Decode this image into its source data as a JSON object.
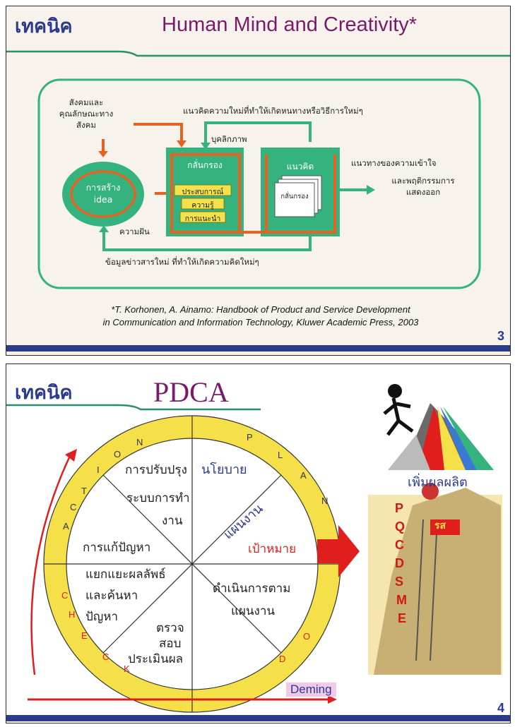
{
  "slide1": {
    "tag": "เทคนิค",
    "title": "Human Mind and Creativity*",
    "society_label": "สังคมและ\nคุณลักษณะทาง\nสังคม",
    "new_ideas_label": "แนวคิดความใหม่ที่ทำให้เกิดหนทางหรือวิธีการใหม่ๆ",
    "personality_label": "บุคลิกภาพ",
    "filter_title": "กลั่นกรอง",
    "filter_items": [
      "ประสบการณ์",
      "ความรู้",
      "การแนะนำ"
    ],
    "concept_title": "แนวคิด",
    "concept_doc_label": "กลั่นกรอง",
    "create_label": "การสร้าง\nidea",
    "dream_label": "ความฝัน",
    "output_label_1": "แนวทางของความเข้าใจ",
    "output_label_2": "และพฤติกรรมการ\nแสดงออก",
    "feedback_label": "ข้อมูลข่าวสารใหม่ ที่ทำให้เกิดความคิดใหม่ๆ",
    "reference_1": "*T. Korhonen, A. Ainamo: Handbook of Product and Service Development",
    "reference_2": "in Communication and Information Technology, Kluwer Academic Press, 2003",
    "page": "3"
  },
  "slide2": {
    "tag": "เทคนิค",
    "title": "PDCA",
    "ring_plan": [
      "P",
      "L",
      "A",
      "N"
    ],
    "ring_action": [
      "A",
      "C",
      "T",
      "I",
      "O",
      "N"
    ],
    "ring_check": [
      "C",
      "H",
      "E",
      "C",
      "K"
    ],
    "ring_do": [
      "D",
      "O"
    ],
    "wheel": {
      "improve_1": "การปรับปรุง",
      "improve_2": "ระบบการทำ",
      "improve_3": "งาน",
      "policy": "นโยบาย",
      "plan": "แผนงาน",
      "fix": "การแก้ปัญหา",
      "target": "เป้าหมาย",
      "separate_1": "แยกแยะผลลัพธ์",
      "separate_2": "และค้นหา",
      "separate_3": "ปัญหา",
      "execute_1": "ดำเนินการตาม",
      "execute_2": "แผนงาน",
      "check_1": "ตรวจ",
      "check_2": "สอบ",
      "evaluate": "ประเมินผล"
    },
    "increase_productivity": "เพิ่มผลผลิต",
    "pqcdsme": [
      "P",
      "Q",
      "C",
      "D",
      "S",
      "M",
      "E"
    ],
    "poster_text": "รส",
    "deming": "Deming",
    "page": "4",
    "colors": {
      "wheel_ring": "#f6e04a",
      "accent_red": "#e01e1e",
      "title_blue": "#2b3a8c"
    }
  }
}
